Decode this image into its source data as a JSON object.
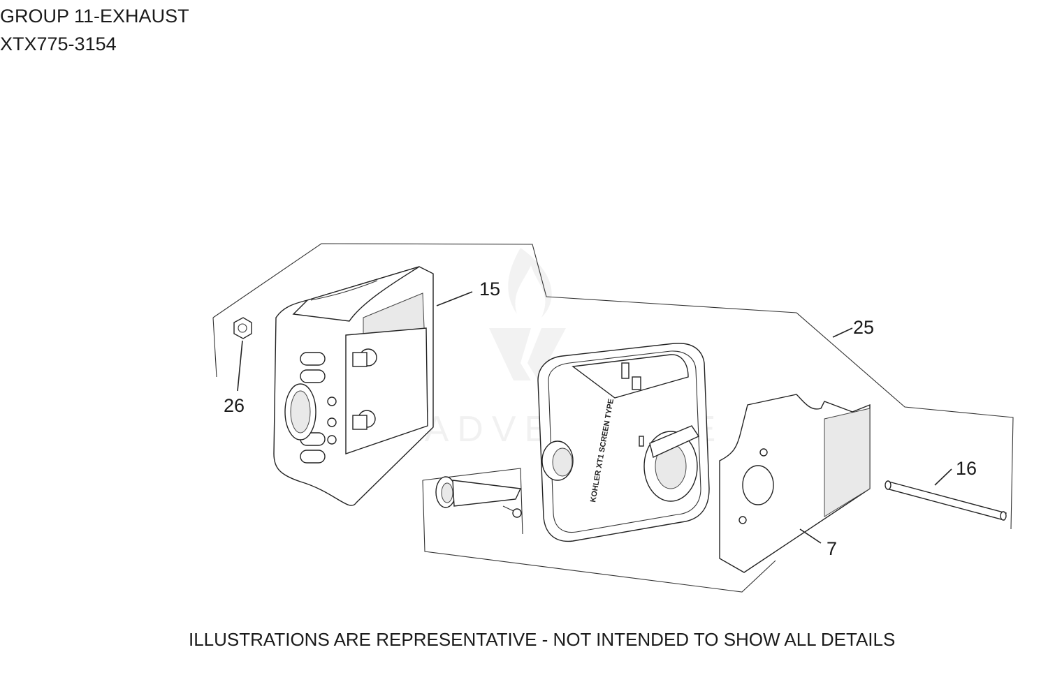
{
  "header": {
    "group_title": "GROUP 11-EXHAUST",
    "model_code": "XTX775-3154"
  },
  "footer": {
    "disclaimer": "ILLUSTRATIONS ARE REPRESENTATIVE - NOT INTENDED TO SHOW ALL DETAILS"
  },
  "callouts": {
    "c15": "15",
    "c25": "25",
    "c26": "26",
    "c16": "16",
    "c7": "7"
  },
  "muffler_label": "KOHLER XT1 SCREEN TYPE",
  "watermark": "LEADVENTURE"
}
